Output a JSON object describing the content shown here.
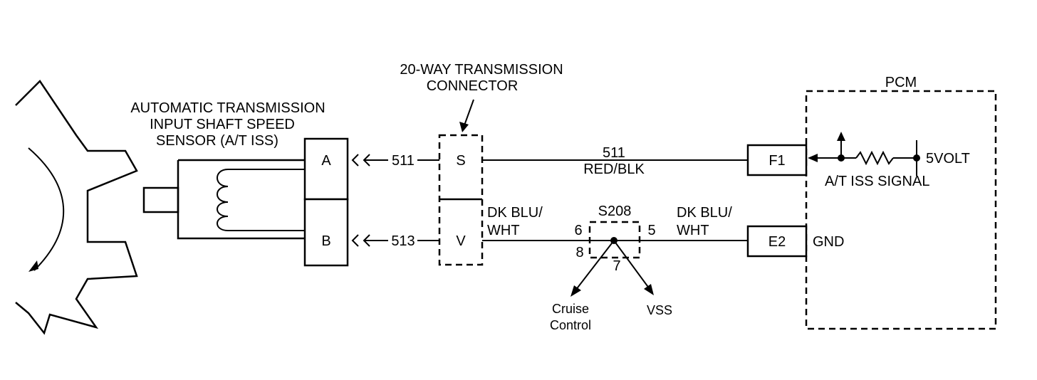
{
  "sensor": {
    "label_lines": [
      "AUTOMATIC TRANSMISSION",
      "INPUT SHAFT SPEED",
      "SENSOR (A/T ISS)"
    ],
    "pin_a": "A",
    "pin_b": "B"
  },
  "connector": {
    "label_lines": [
      "20-WAY TRANSMISSION",
      "CONNECTOR"
    ],
    "pin_s": "S",
    "pin_v": "V"
  },
  "wires": {
    "circuit_511": "511",
    "circuit_513": "513",
    "w511_lines": [
      "511",
      "RED/BLK"
    ],
    "wv_left_lines": [
      "DK BLU/",
      "WHT"
    ],
    "wv_right_lines": [
      "DK BLU/",
      "WHT"
    ]
  },
  "splice": {
    "name": "S208",
    "pin_6": "6",
    "pin_5": "5",
    "pin_8": "8",
    "pin_7": "7",
    "cruise_lines": [
      "Cruise",
      "Control"
    ],
    "vss": "VSS"
  },
  "pcm": {
    "title": "PCM",
    "pin_f1": "F1",
    "pin_e2": "E2",
    "five_volt": "5VOLT",
    "iss_signal": "A/T ISS SIGNAL",
    "gnd": "GND"
  }
}
